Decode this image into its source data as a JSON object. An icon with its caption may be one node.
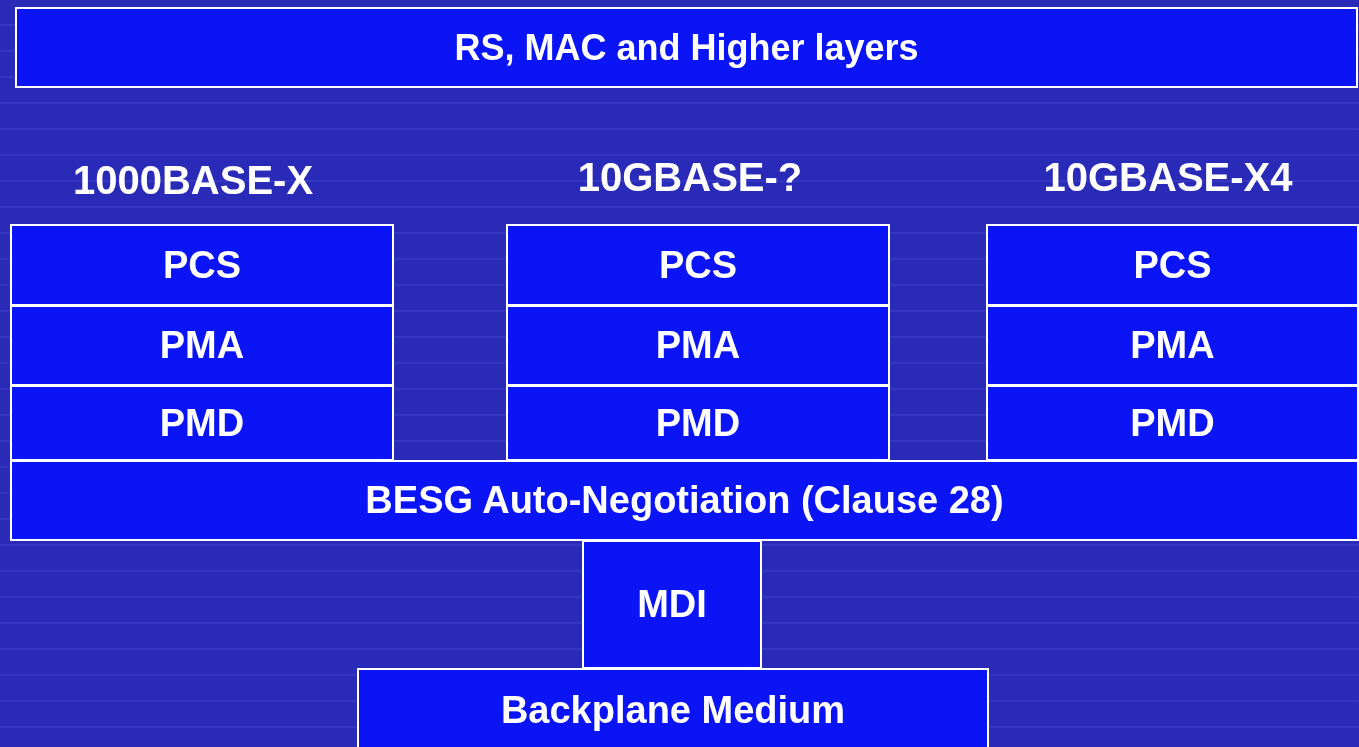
{
  "diagram": {
    "nodes": [
      {
        "text": [
          "RS, MAC and Higher layers"
        ]
      },
      {
        "text": [
          "PCS"
        ]
      },
      {
        "text": [
          "PCS"
        ]
      },
      {
        "text": [
          "PCS"
        ]
      },
      {
        "text": [
          "PMA"
        ]
      },
      {
        "text": [
          "PMA"
        ]
      },
      {
        "text": [
          "PMA"
        ]
      },
      {
        "text": [
          "PMD"
        ]
      },
      {
        "text": [
          "PMD"
        ]
      },
      {
        "text": [
          "PMD"
        ]
      },
      {
        "text": [
          "BESG Auto-Negotiation (Clause 28)"
        ]
      },
      {
        "text": [
          "MDI"
        ]
      },
      {
        "text": [
          "Backplane Medium"
        ]
      }
    ],
    "edges": [],
    "labels": [
      "1000BASE-X",
      "10GBASE-?",
      "10GBASE-X4"
    ]
  }
}
